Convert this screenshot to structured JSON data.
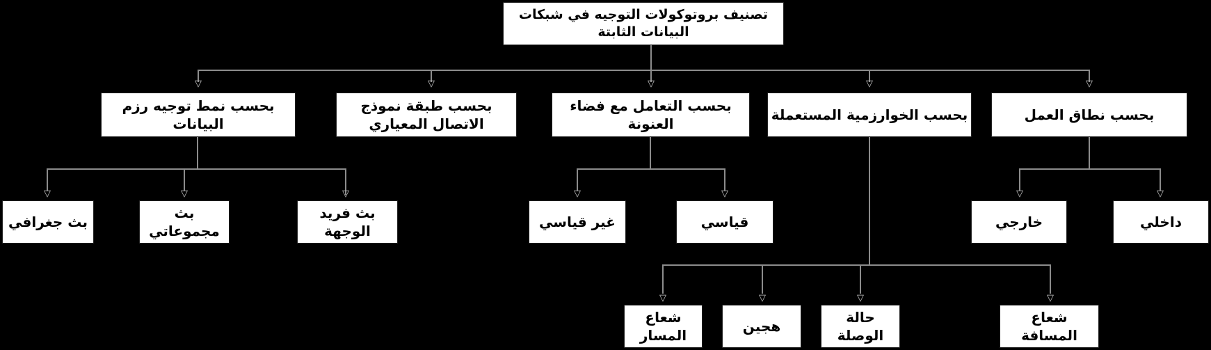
{
  "colors": {
    "background": "#000000",
    "box_fill": "#ffffff",
    "box_text": "#000000",
    "line": "#8c8c8c",
    "arrow_outline": "#c8c8c8"
  },
  "icons": {
    "arrow_down": "▽"
  },
  "nodes": {
    "root": "تصنيف بروتوكولات التوجيه في شبكات البيانات الثابتة",
    "by_packet_routing_mode": "بحسب نمط توجيه رزم البيانات",
    "by_osi_layer": "بحسب طبقة نموذج الاتصال المعياري",
    "by_address_space": "بحسب التعامل مع فضاء العنونة",
    "by_algorithm": "بحسب الخوارزمية المستعملة",
    "by_scope": "بحسب نطاق العمل",
    "geocast": "بث جغرافي",
    "multicast": "بث مجموعاتي",
    "unicast": "بث فريد الوجهة",
    "nonstandard": "غير قياسي",
    "standard": "قياسي",
    "external": "خارجي",
    "internal": "داخلي",
    "path_vector": "شعاع المسار",
    "hybrid": "هجين",
    "link_state": "حالة الوصلة",
    "distance_vector": "شعاع المسافة"
  },
  "hierarchy": {
    "root": {
      "children": [
        "by_packet_routing_mode",
        "by_osi_layer",
        "by_address_space",
        "by_algorithm",
        "by_scope"
      ]
    },
    "by_packet_routing_mode": {
      "children": [
        "geocast",
        "multicast",
        "unicast"
      ]
    },
    "by_osi_layer": {
      "children": []
    },
    "by_address_space": {
      "children": [
        "nonstandard",
        "standard"
      ]
    },
    "by_algorithm": {
      "children": [
        "path_vector",
        "hybrid",
        "link_state",
        "distance_vector"
      ]
    },
    "by_scope": {
      "children": [
        "external",
        "internal"
      ]
    }
  }
}
